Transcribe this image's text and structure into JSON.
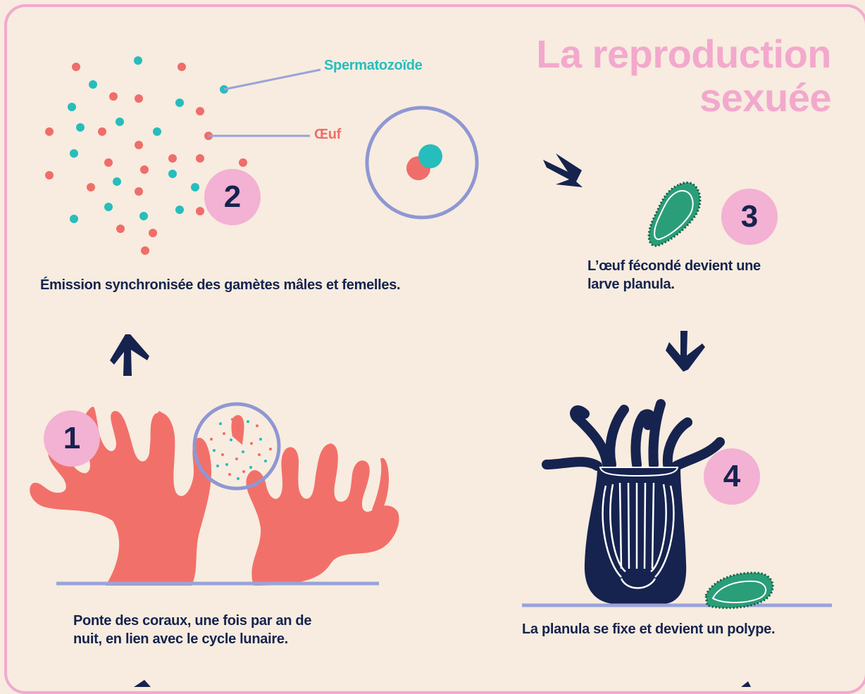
{
  "title": {
    "line1": "La reproduction",
    "line2": "sexuée"
  },
  "labels": {
    "sperm": "Spermatozoïde",
    "egg": "Œuf"
  },
  "steps": [
    {
      "number": "1",
      "caption_line1": "Ponte des coraux, une fois par an de",
      "caption_line2": "nuit, en lien avec le cycle lunaire."
    },
    {
      "number": "2",
      "caption": "Émission synchronisée des gamètes mâles et femelles."
    },
    {
      "number": "3",
      "caption_line1": "L’œuf fécondé devient une",
      "caption_line2": "larve planula."
    },
    {
      "number": "4",
      "caption": "La planula se fixe et devient un polype."
    }
  ],
  "colors": {
    "background": "#f7ecdf",
    "frame": "#f2a9cf",
    "title": "#f3a8cd",
    "badge": "#f3b1d3",
    "text": "#16234f",
    "coral": "#f2706a",
    "sperm": "#26bdbd",
    "larva": "#2a9e78",
    "polyp": "#16234f",
    "ground": "#9aa3d8"
  },
  "icons": [
    "arrow-up-icon",
    "arrow-diagonal-icon",
    "arrow-down-icon"
  ]
}
